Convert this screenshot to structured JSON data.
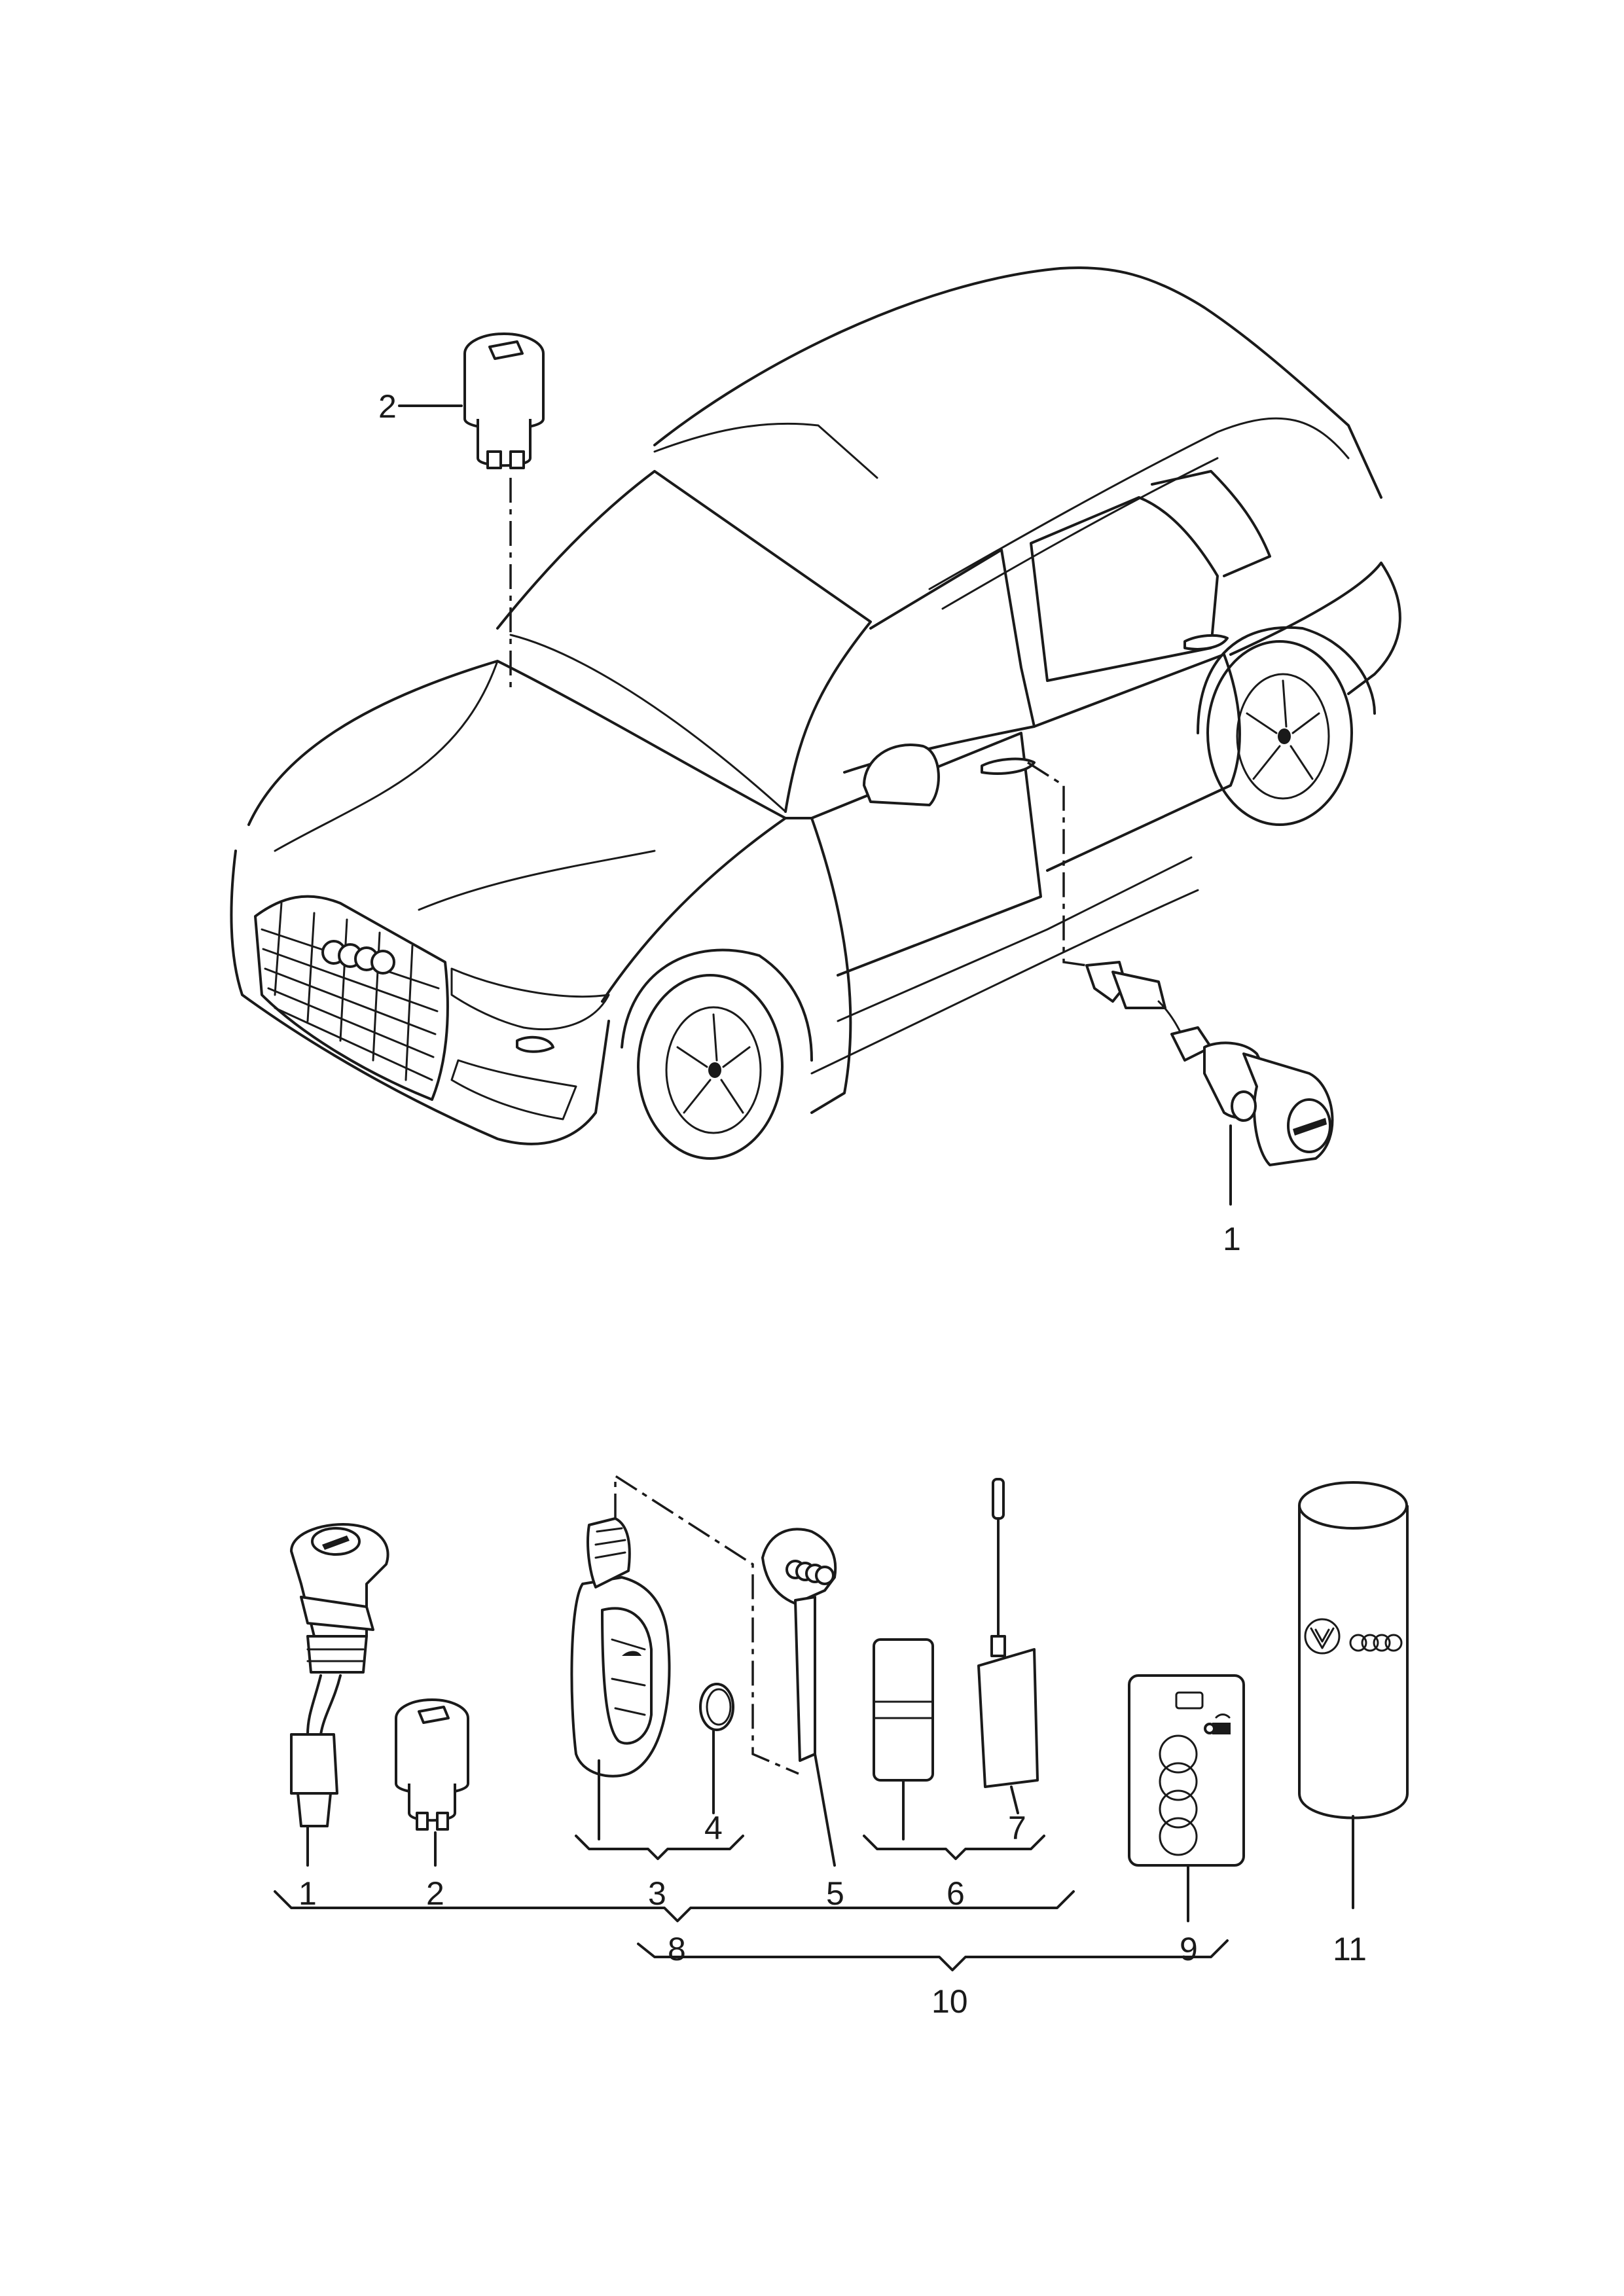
{
  "callouts": {
    "top_lock_cylinder": "2",
    "top_door_lock": "1",
    "b1": "1",
    "b2": "2",
    "b3": "3",
    "b4": "4",
    "b5": "5",
    "b6": "6",
    "b7": "7",
    "b8": "8",
    "b9": "9",
    "b10": "10",
    "b11": "11"
  },
  "colors": {
    "line": "#1a1a1a",
    "background": "#ffffff"
  }
}
